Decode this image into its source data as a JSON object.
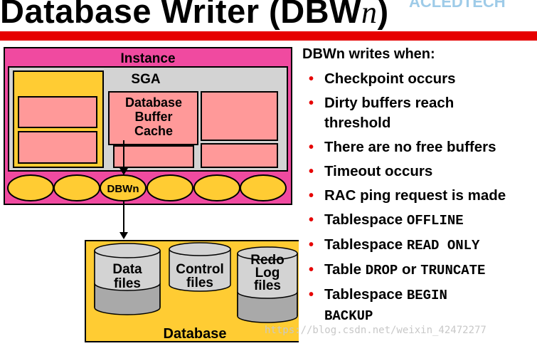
{
  "title": {
    "main": "Database Writer (DBW",
    "italic": "n",
    "close": ")"
  },
  "corner_logo": "ACLEDTECH",
  "diagram": {
    "instance_label": "Instance",
    "sga_label": "SGA",
    "buffer_cache_label": [
      "Database",
      "Buffer",
      "Cache"
    ],
    "dbwn_label": "DBWn",
    "database_label": "Database",
    "data_files_label": [
      "Data",
      "files"
    ],
    "control_files_label": [
      "Control",
      "files"
    ],
    "redo_log_label": [
      "Redo",
      "Log",
      "files"
    ]
  },
  "bullets_heading": "DBWn writes when:",
  "bullets": {
    "b1": "Checkpoint occurs",
    "b2a": "Dirty buffers reach",
    "b2b": "threshold",
    "b3": "There are no free buffers",
    "b4": "Timeout occurs",
    "b5": "RAC ping request is made",
    "b6_text": "Tablespace ",
    "b6_code": "OFFLINE",
    "b7_text": "Tablespace ",
    "b7_code": "READ ONLY",
    "b8_text": "Table ",
    "b8_code1": "DROP",
    "b8_mid": " or ",
    "b8_code2": "TRUNCATE",
    "b9_text": "Tablespace ",
    "b9_code1": "BEGIN",
    "b9_code2": "BACKUP"
  },
  "watermark": "https://blog.csdn.net/weixin_42472277",
  "colors": {
    "pink": "#f04aa0",
    "gray": "#d3d3d3",
    "yellow": "#ffcc33",
    "salmon": "#ff9999",
    "red": "#e60000"
  }
}
